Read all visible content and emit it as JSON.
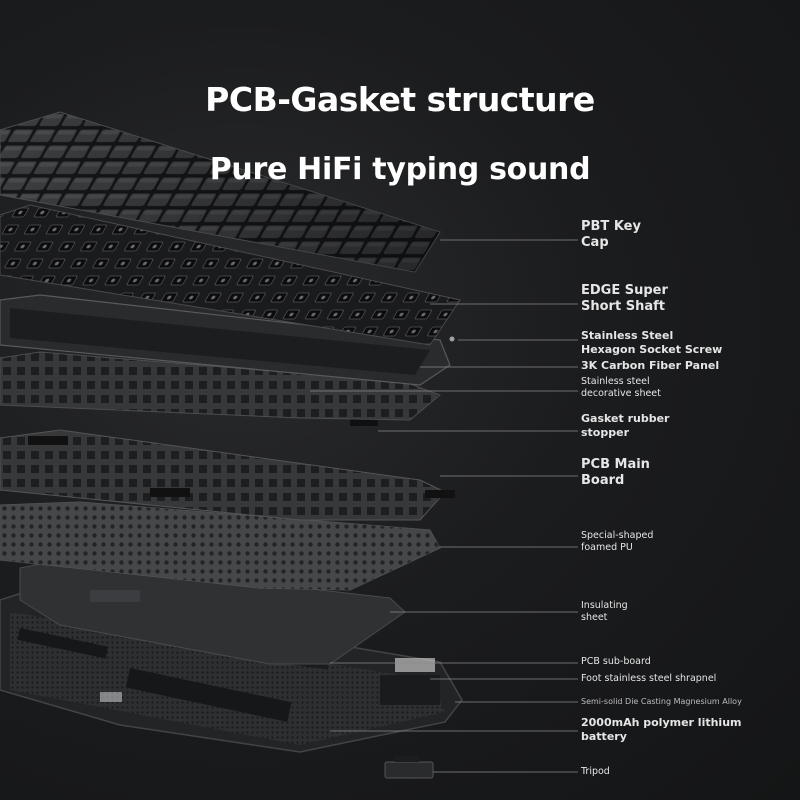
{
  "title": "PCB-Gasket structure",
  "subtitle": "Pure HiFi typing sound",
  "callouts": [
    {
      "text": "PBT Key\nCap"
    },
    {
      "text": "EDGE Super\nShort Shaft"
    },
    {
      "text": "Stainless Steel\nHexagon Socket Screw"
    },
    {
      "text": "3K Carbon Fiber Panel"
    },
    {
      "text": "Stainless steel\ndecorative sheet"
    },
    {
      "text": "Gasket rubber\nstopper"
    },
    {
      "text": "PCB Main\nBoard"
    },
    {
      "text": "Special-shaped\nfoamed PU"
    },
    {
      "text": "Insulating\nsheet"
    },
    {
      "text": "PCB sub-board"
    },
    {
      "text": "Foot stainless steel shrapnel"
    },
    {
      "text": "Semi-solid Die Casting Magnesium Alloy"
    },
    {
      "text": "2000mAh polymer lithium\nbattery"
    },
    {
      "text": "Tripod"
    }
  ],
  "colors": {
    "background": "#1b1c1e",
    "text": "#ffffff",
    "leader_line": "#8a8a8a",
    "layer_dark": "#2b2c2e",
    "layer_mid": "#3a3b3d"
  }
}
